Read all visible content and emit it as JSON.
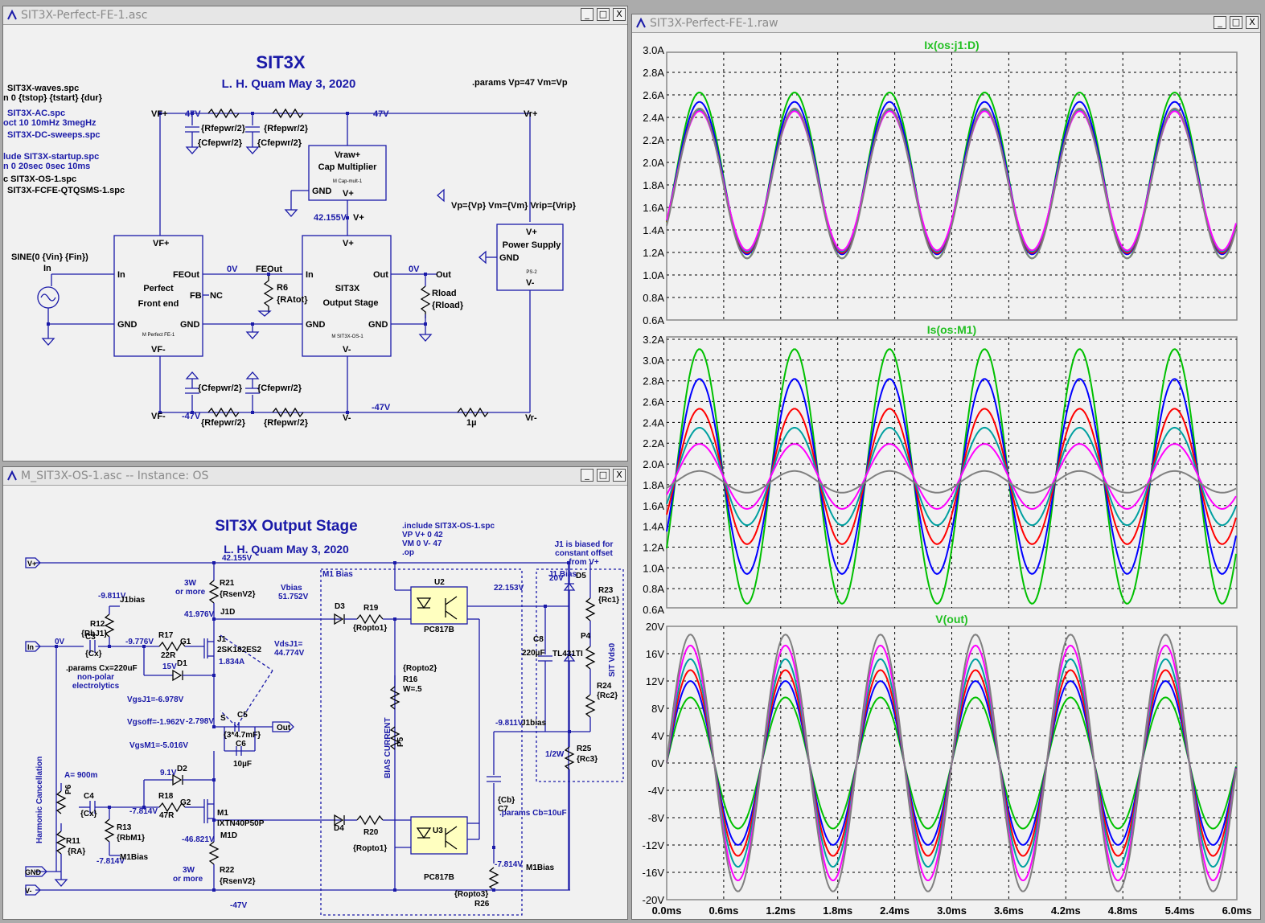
{
  "windows": {
    "top_schematic": {
      "title": "SIT3X-Perfect-FE-1.asc"
    },
    "plot": {
      "title": "SIT3X-Perfect-FE-1.raw"
    },
    "bottom_schematic": {
      "title": "M_SIT3X-OS-1.asc -- Instance: OS"
    }
  },
  "buttons": {
    "minimize": "_",
    "maximize": "□",
    "close": "X"
  },
  "top_schematic": {
    "title": "SIT3X",
    "subtitle": "L. H. Quam   May 3, 2020",
    "params": ".params Vp=47 Vm=Vp",
    "directives": [
      "SIT3X-waves.spc",
      "n 0 {tstop} {tstart} {dur}",
      "SIT3X-AC.spc",
      "oct 10 10mHz 3megHz",
      "SIT3X-DC-sweeps.spc",
      "lude SIT3X-startup.spc",
      "n 0 20sec 0sec 10ms",
      "c SIT3X-OS-1.spc",
      "SIT3X-FCFE-QTQSMS-1.spc"
    ],
    "labels": {
      "vf_plus": "VF+",
      "v47": "47V",
      "v47b": "47V",
      "vr_plus": "Vr+",
      "vraw": "Vraw+",
      "capmult": "Cap Multiplier",
      "capmult_m": "M  Cap-mult-1",
      "gnd": "GND",
      "vplus": "V+",
      "v42": "42.155V",
      "vpvm": "Vp={Vp} Vm={Vm} Vrip={Vrip}",
      "rfe": "{Rfepwr/2}",
      "cfe": "{Cfepwr/2}",
      "sine": "SINE(0 {Vin} {Fin})",
      "in": "In",
      "perfect": "Perfect",
      "frontend": "Front end",
      "feout": "FEOut",
      "fb": "FB",
      "nc": "NC",
      "fe_m": "M  Perfect  FE-1",
      "vfminus": "VF-",
      "v0": "0V",
      "r6": "R6",
      "ratot": "{RAtot}",
      "sit3x": "SIT3X",
      "outstage": "Output Stage",
      "out": "Out",
      "os_m": "M  SIT3X-OS-1",
      "vminus": "V-",
      "rload": "Rload",
      "rloadv": "{Rload}",
      "ps": "Power Supply",
      "ps_m": "PS-2",
      "vm47": "-47V",
      "vm47b": "-47V",
      "onemu": "1µ",
      "vr_minus": "Vr-"
    }
  },
  "plot": {
    "panes": [
      {
        "title": "Ix(os:j1:D)",
        "yticks": [
          "3.0A",
          "2.8A",
          "2.6A",
          "2.4A",
          "2.2A",
          "2.0A",
          "1.8A",
          "1.6A",
          "1.4A",
          "1.2A",
          "1.0A",
          "0.8A",
          "0.6A"
        ]
      },
      {
        "title": "Is(os:M1)",
        "yticks": [
          "3.2A",
          "3.0A",
          "2.8A",
          "2.6A",
          "2.4A",
          "2.2A",
          "2.0A",
          "1.8A",
          "1.6A",
          "1.4A",
          "1.2A",
          "1.0A",
          "0.8A",
          "0.6A"
        ]
      },
      {
        "title": "V(out)",
        "yticks": [
          "20V",
          "16V",
          "12V",
          "8V",
          "4V",
          "0V",
          "-4V",
          "-8V",
          "-12V",
          "-16V",
          "-20V"
        ]
      }
    ],
    "xticks": [
      "0.0ms",
      "0.6ms",
      "1.2ms",
      "1.8ms",
      "2.4ms",
      "3.0ms",
      "3.6ms",
      "4.2ms",
      "4.8ms",
      "5.4ms",
      "6.0ms"
    ],
    "series_colors": [
      "#00c000",
      "#0000ff",
      "#ff0000",
      "#00a0a0",
      "#ff00ff",
      "#808080"
    ]
  },
  "bottom_schematic": {
    "title": "SIT3X Output Stage",
    "subtitle": "L. H. Quam   May 3, 2020",
    "directive": [
      ".include SIT3X-OS-1.spc",
      "VP V+ 0 42",
      "VM 0 V- 47",
      ".op"
    ],
    "j1note": [
      "J1 is biased for",
      "constant offset",
      "from V+"
    ],
    "labels": {
      "vplus": "V+",
      "v42": "42.155V",
      "m1bias": "M1 Bias",
      "j1bias": "J1 Bias",
      "w3": "3W",
      "ormore": "or more",
      "r21": "R21",
      "rsenv2": "{RsenV2}",
      "vbias": "Vbias",
      "vbiasv": "51.752V",
      "u2": "U2",
      "v22": "22.153V",
      "v20": "20V",
      "d5": "D5",
      "r23": "R23",
      "rc1": "{Rc1}",
      "v9811": "-9.811V",
      "j1biasl": "J1bias",
      "r12": "R12",
      "rbj1": "{RbJ1}",
      "in": "In",
      "v0": "0V",
      "c3": "C3",
      "cx": "{Cx}",
      "v9776": "-9.776V",
      "r17": "R17",
      "r22r": "22R",
      "g1": "G1",
      "v41976": "41.976V",
      "j1d": "J1D",
      "d3": "D3",
      "r19": "R19",
      "ropto1": "{Ropto1}",
      "pc817": "PC817B",
      "c8": "C8",
      "c8v": "220µF",
      "tl431": "TL431TI",
      "p4": "P4",
      "sitvds": "SIT Vds0",
      "j1": "J1",
      "sk": "2SK182ES2",
      "vdsj1": "VdsJ1=",
      "vdsj1v": "44.774V",
      "v15": "15V",
      "d1": "D1",
      "a1834": "1.834A",
      "paramscx": ".params Cx=220uF",
      "nonpolar": "non-polar",
      "electrolytics": "electrolytics",
      "ropto2": "{Ropto2}",
      "r16": "R16",
      "w5": "W=.5",
      "r24": "R24",
      "rc2": "{Rc2}",
      "vgsj1": "VgsJ1=-6.978V",
      "vgsoff": "Vgsoff=-1.962V",
      "s": "S",
      "v2798": "-2.798V",
      "c5": "C5",
      "out": "Out",
      "c5v": "{3*4.7mF}",
      "c6": "C6",
      "c6v": "10µF",
      "v9811b": "-9.811V",
      "j1biasb": "J1bias",
      "vgsm1": "VgsM1=-5.016V",
      "biascurrent": "BIAS CURRENT",
      "p5": "P5",
      "r25": "R25",
      "w12": "1/2W",
      "rc3": "{Rc3}",
      "harmonic": "Harmonic Cancellation",
      "a900": "A=  900m",
      "p6": "P6",
      "v91": "9.1V",
      "d2": "D2",
      "c4": "C4",
      "r18": "R18",
      "r47": "47R",
      "g2": "G2",
      "cb": "{Cb}",
      "c7": "C7",
      "paramscb": ".params Cb=10uF",
      "v7814": "-7.814V",
      "m1": "M1",
      "ixtn": "IXTN40P50P",
      "r13": "R13",
      "rbm1": "{RbM1}",
      "v46821": "-46.821V",
      "m1d": "M1D",
      "d4": "D4",
      "r20": "R20",
      "u3": "U3",
      "r11": "R11",
      "ra": "{RA}",
      "gnd": "GND",
      "v7814b": "-7.814V",
      "m1biasl": "M1Bias",
      "v7814c": "-7.814V",
      "m1biasr": "M1Bias",
      "r22": "R22",
      "ropto3": "{Ropto3}",
      "r26": "R26",
      "vminus": "V-",
      "vm47": "-47V"
    }
  }
}
